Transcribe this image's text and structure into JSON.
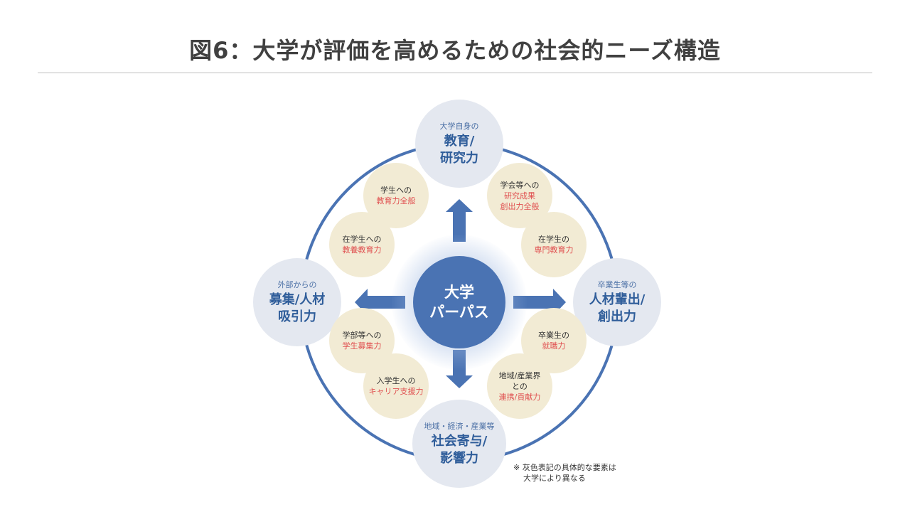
{
  "title": "図6：大学が評価を高めるための社会的ニーズ構造",
  "center": {
    "line1": "大学",
    "line2": "パーパス"
  },
  "nodes": {
    "top": {
      "sub": "大学自身の",
      "line1": "教育/",
      "line2": "研究力"
    },
    "left": {
      "sub": "外部からの",
      "line1": "募集/人材",
      "line2": "吸引力"
    },
    "right": {
      "sub": "卒業生等の",
      "line1": "人材輩出/",
      "line2": "創出力"
    },
    "bottom": {
      "sub": "地域・経済・産業等",
      "line1": "社会寄与/",
      "line2": "影響力"
    }
  },
  "bubbles": [
    {
      "line1": "学生への",
      "line2": "教育力全般"
    },
    {
      "line1": "学会等への",
      "line2": "研究成果",
      "line3": "創出力全般"
    },
    {
      "line1": "在学生への",
      "line2": "教養教育力"
    },
    {
      "line1": "在学生の",
      "line2": "専門教育力"
    },
    {
      "line1": "学部等への",
      "line2": "学生募集力"
    },
    {
      "line1": "卒業生の",
      "line2": "就職力"
    },
    {
      "line1": "入学生への",
      "line2": "キャリア支援力"
    },
    {
      "line1": "地域/産業界",
      "line2": "との",
      "line3": "連携/貢献力"
    }
  ],
  "note": {
    "line1": "※ 灰色表記の具体的な要素は",
    "line2": "大学により異なる"
  },
  "colors": {
    "ring": "#4a73b3",
    "arrow": "#4a73b3",
    "center": "#4a73b3",
    "node_fill": "#e4e8f0",
    "node_text": "#2f5d9a",
    "bubble_fill": "#f2ebd4",
    "highlight_text": "#e05050"
  }
}
